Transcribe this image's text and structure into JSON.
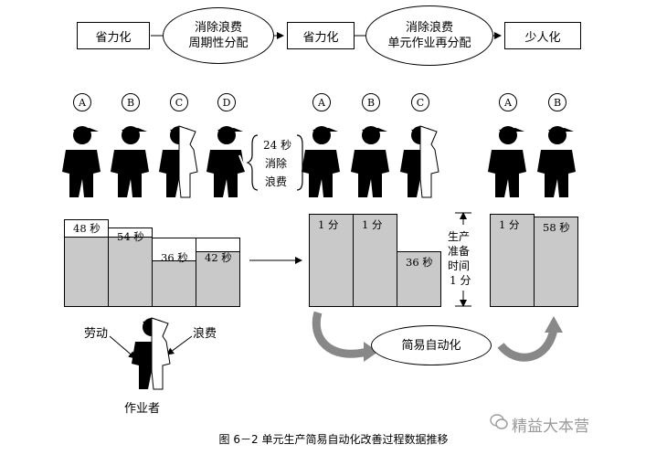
{
  "flow": {
    "box1": "省力化",
    "ellipse1_line1": "消除浪费",
    "ellipse1_line2": "周期性分配",
    "box2": "省力化",
    "ellipse2_line1": "消除浪费",
    "ellipse2_line2": "单元作业再分配",
    "box3": "少人化"
  },
  "workers": {
    "stage1": [
      "A",
      "B",
      "C",
      "D"
    ],
    "stage2": [
      "A",
      "B",
      "C"
    ],
    "stage3": [
      "A",
      "B"
    ]
  },
  "removed_note": {
    "line1": "24 秒",
    "line2": "消除",
    "line3": "浪费"
  },
  "chart_data": [
    {
      "type": "bar",
      "stage": "stage1",
      "categories": [
        "A",
        "B",
        "C",
        "D"
      ],
      "series": [
        {
          "name": "劳动",
          "values": [
            1,
            1,
            0.67,
            0.8
          ]
        },
        {
          "name": "浪费",
          "values": [
            0.25,
            0.05,
            0.33,
            0.2
          ]
        }
      ],
      "labels": [
        "48 秒",
        "54 秒",
        "36 秒",
        "42 秒"
      ]
    },
    {
      "type": "bar",
      "stage": "stage2",
      "categories": [
        "A",
        "B",
        "C"
      ],
      "series": [
        {
          "name": "劳动",
          "values": [
            1,
            1,
            0.6
          ]
        }
      ],
      "labels": [
        "1 分",
        "1 分",
        "36 秒"
      ]
    },
    {
      "type": "bar",
      "stage": "stage3",
      "categories": [
        "A",
        "B"
      ],
      "series": [
        {
          "name": "劳动",
          "values": [
            1,
            0.97
          ]
        }
      ],
      "labels": [
        "1 分",
        "58 秒"
      ]
    }
  ],
  "cycle_time_label": {
    "l1": "生产",
    "l2": "准备",
    "l3": "时间",
    "l4": "1 分"
  },
  "automation_label": "简易自动化",
  "legend": {
    "labor": "劳动",
    "waste": "浪费",
    "worker": "作业者"
  },
  "caption": "图 6－2 单元生产简易自动化改善过程数据推移",
  "watermark": "精益大本营",
  "colors": {
    "bar_fill": "#c9c9c9",
    "figure": "#000000",
    "watermark": "#9a9a9a"
  }
}
